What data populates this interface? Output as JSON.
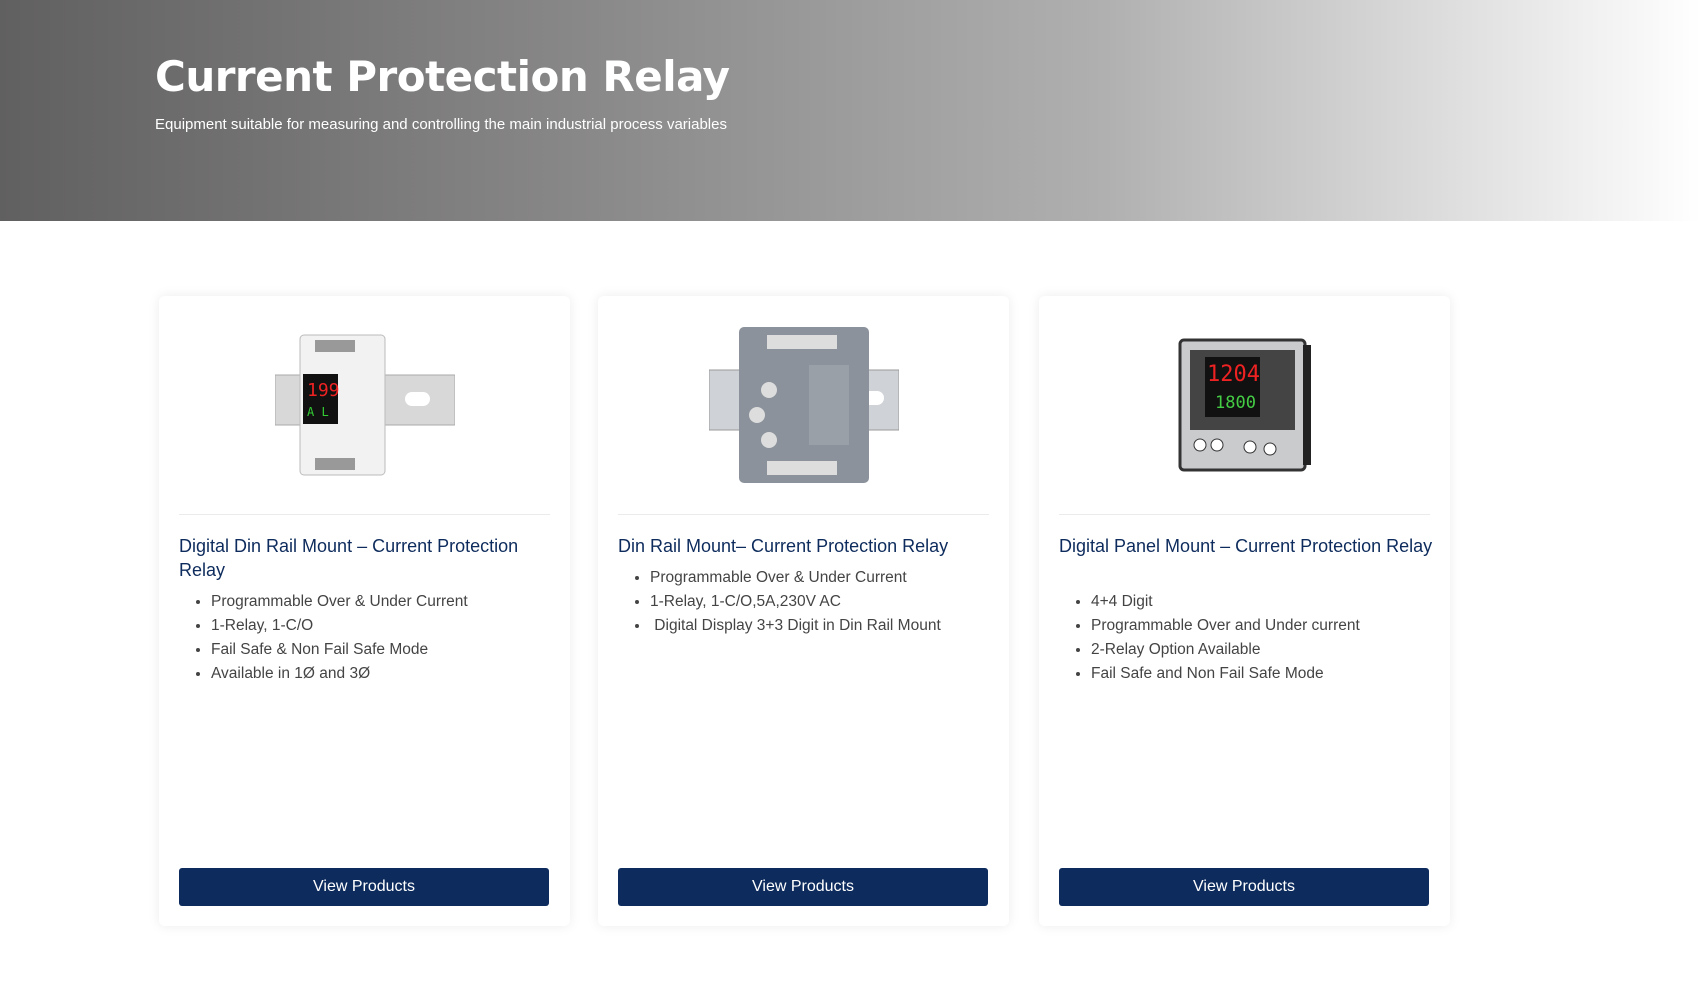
{
  "hero": {
    "title": "Current Protection Relay",
    "subtitle": "Equipment suitable for measuring and controlling the main industrial process variables"
  },
  "cards": [
    {
      "title": "Digital Din Rail Mount – Current Protection Relay",
      "features": [
        "Programmable Over & Under Current",
        "1-Relay, 1-C/O",
        "Fail Safe & Non Fail Safe Mode",
        "Available in 1Ø and 3Ø"
      ],
      "button": "View Products",
      "display": "199"
    },
    {
      "title": "Din Rail Mount– Current Protection Relay",
      "features": [
        "Programmable Over & Under Current",
        "1-Relay, 1-C/O,5A,230V AC",
        " Digital Display 3+3 Digit in Din Rail Mount"
      ],
      "button": "View Products"
    },
    {
      "title": "Digital Panel Mount – Current Protection Relay",
      "features": [
        "4+4 Digit",
        "Programmable Over and Under current",
        "2-Relay Option Available",
        "Fail Safe and Non Fail Safe Mode"
      ],
      "button": "View Products",
      "display_top": "1204",
      "display_bottom": "1800"
    }
  ],
  "colors": {
    "accent": "#0d2b5c"
  }
}
